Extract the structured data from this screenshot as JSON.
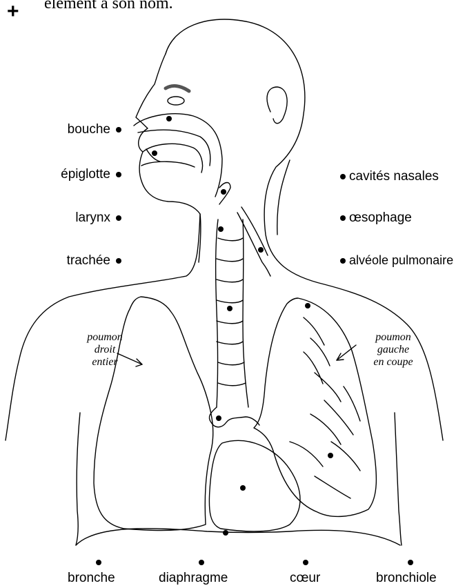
{
  "header_text": "élément à son nom.",
  "plus_glyph": "+",
  "labels_left": [
    "bouche",
    "épiglotte",
    "larynx",
    "trachée"
  ],
  "labels_right": [
    "cavités nasales",
    "œsophage",
    "alvéole pulmonaire"
  ],
  "labels_bottom": [
    "bronche",
    "diaphragme",
    "cœur",
    "bronchiole"
  ],
  "annotation_right_lung": [
    "poumon",
    "droit",
    "entier"
  ],
  "annotation_left_lung": [
    "poumon",
    "gauche",
    "en coupe"
  ]
}
